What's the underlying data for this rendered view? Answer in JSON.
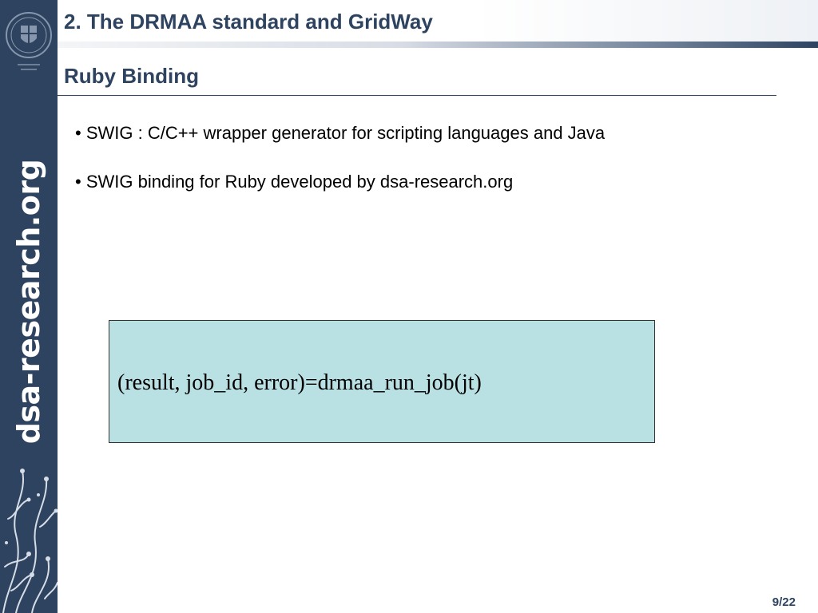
{
  "header": {
    "section_title": "2. The DRMAA standard and GridWay"
  },
  "slide": {
    "title": "Ruby Binding",
    "bullets": [
      "• SWIG : C/C++ wrapper generator for scripting languages and Java",
      "• SWIG binding for Ruby developed by dsa-research.org"
    ],
    "code": "(result, job_id, error)=drmaa_run_job(jt)"
  },
  "sidebar": {
    "wordmark": "dsa-research.org",
    "seal_icon": "university-seal-icon",
    "decoration_icon": "ivy-vines-decoration"
  },
  "footer": {
    "page": "9/22"
  },
  "colors": {
    "brand_navy": "#2e4360",
    "code_box_fill": "#b9e0e3"
  }
}
